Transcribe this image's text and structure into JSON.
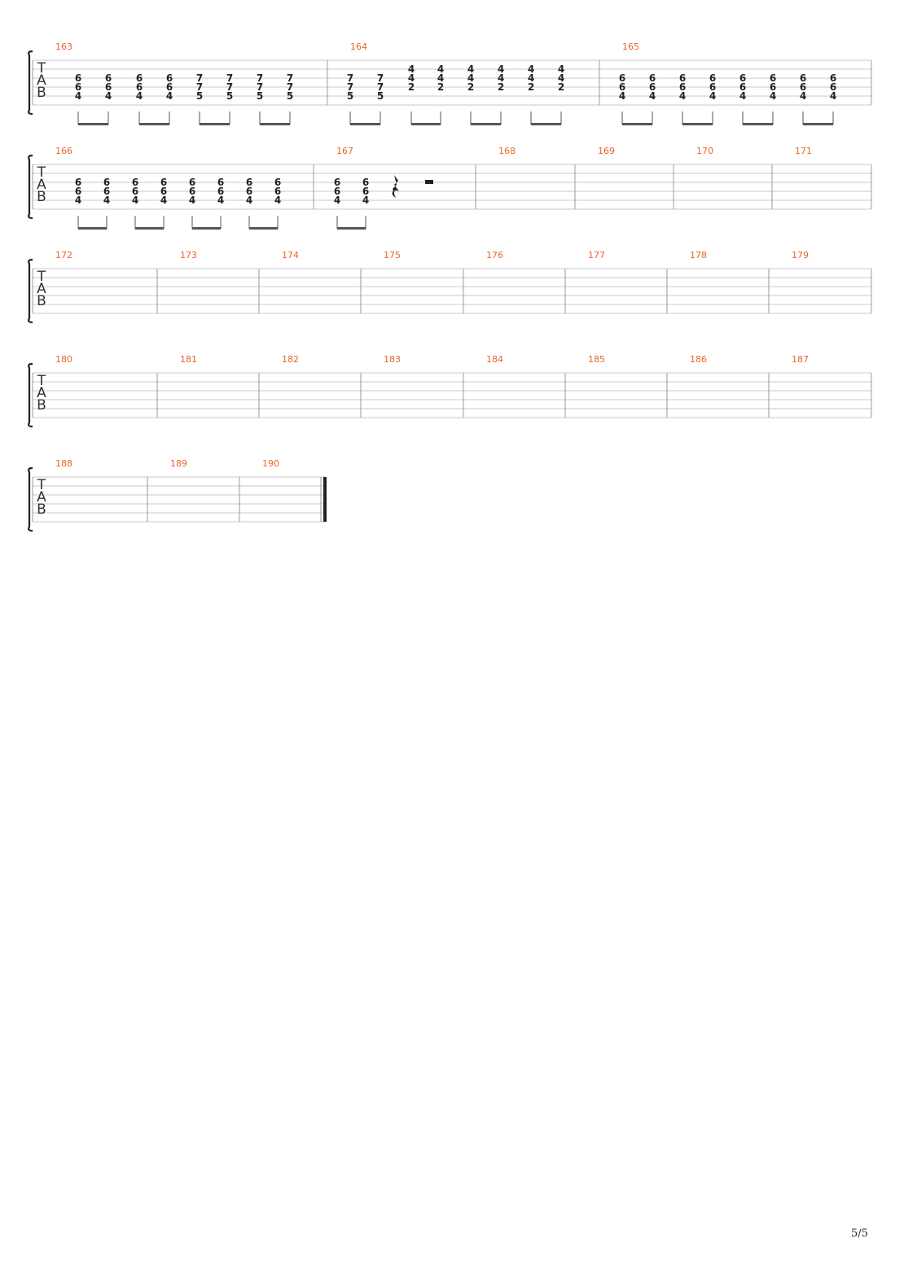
{
  "clef_letters": [
    "T",
    "A",
    "B"
  ],
  "page_number": "5/5",
  "colors": {
    "measure_number": "#e8652a",
    "staff_line": "#c8c8c8",
    "barline": "#9a9a9a",
    "fret": "#222222"
  },
  "systems": [
    {
      "measures": [
        {
          "number": "163",
          "chords": [
            [
              "6",
              "6",
              "4"
            ],
            [
              "6",
              "6",
              "4"
            ],
            [
              "6",
              "6",
              "4"
            ],
            [
              "6",
              "6",
              "4"
            ],
            [
              "7",
              "7",
              "5"
            ],
            [
              "7",
              "7",
              "5"
            ],
            [
              "7",
              "7",
              "5"
            ],
            [
              "7",
              "7",
              "5"
            ]
          ]
        },
        {
          "number": "164",
          "chords": [
            [
              "7",
              "7",
              "5"
            ],
            [
              "7",
              "7",
              "5"
            ],
            [
              "4",
              "4",
              "2"
            ],
            [
              "4",
              "4",
              "2"
            ],
            [
              "4",
              "4",
              "2"
            ],
            [
              "4",
              "4",
              "2"
            ],
            [
              "4",
              "4",
              "2"
            ],
            [
              "4",
              "4",
              "2"
            ]
          ]
        },
        {
          "number": "165",
          "chords": [
            [
              "6",
              "6",
              "4"
            ],
            [
              "6",
              "6",
              "4"
            ],
            [
              "6",
              "6",
              "4"
            ],
            [
              "6",
              "6",
              "4"
            ],
            [
              "6",
              "6",
              "4"
            ],
            [
              "6",
              "6",
              "4"
            ],
            [
              "6",
              "6",
              "4"
            ],
            [
              "6",
              "6",
              "4"
            ]
          ]
        }
      ]
    },
    {
      "measures": [
        {
          "number": "166",
          "chords": [
            [
              "6",
              "6",
              "4"
            ],
            [
              "6",
              "6",
              "4"
            ],
            [
              "6",
              "6",
              "4"
            ],
            [
              "6",
              "6",
              "4"
            ],
            [
              "6",
              "6",
              "4"
            ],
            [
              "6",
              "6",
              "4"
            ],
            [
              "6",
              "6",
              "4"
            ],
            [
              "6",
              "6",
              "4"
            ]
          ]
        },
        {
          "number": "167",
          "chords": [
            [
              "6",
              "6",
              "4"
            ],
            [
              "6",
              "6",
              "4"
            ]
          ],
          "rests": [
            "quarter",
            "half"
          ]
        },
        {
          "number": "168",
          "chords": []
        },
        {
          "number": "169",
          "chords": []
        },
        {
          "number": "170",
          "chords": []
        },
        {
          "number": "171",
          "chords": []
        }
      ]
    },
    {
      "measures": [
        {
          "number": "172",
          "chords": []
        },
        {
          "number": "173",
          "chords": []
        },
        {
          "number": "174",
          "chords": []
        },
        {
          "number": "175",
          "chords": []
        },
        {
          "number": "176",
          "chords": []
        },
        {
          "number": "177",
          "chords": []
        },
        {
          "number": "178",
          "chords": []
        },
        {
          "number": "179",
          "chords": []
        }
      ]
    },
    {
      "measures": [
        {
          "number": "180",
          "chords": []
        },
        {
          "number": "181",
          "chords": []
        },
        {
          "number": "182",
          "chords": []
        },
        {
          "number": "183",
          "chords": []
        },
        {
          "number": "184",
          "chords": []
        },
        {
          "number": "185",
          "chords": []
        },
        {
          "number": "186",
          "chords": []
        },
        {
          "number": "187",
          "chords": []
        }
      ]
    },
    {
      "final_barline": true,
      "measures": [
        {
          "number": "188",
          "chords": []
        },
        {
          "number": "189",
          "chords": []
        },
        {
          "number": "190",
          "chords": []
        }
      ]
    }
  ]
}
